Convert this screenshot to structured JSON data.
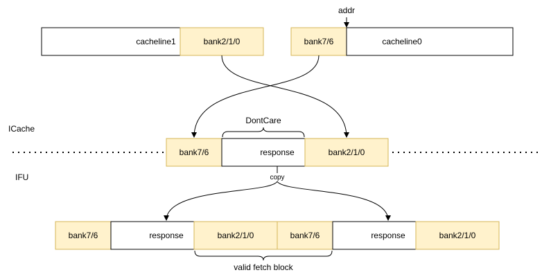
{
  "colors": {
    "bank_fill": "#fff2cc",
    "bank_stroke": "#d6b656",
    "box_fill": "#ffffff",
    "box_stroke": "#000000"
  },
  "labels": {
    "addr": "addr",
    "icache": "ICache",
    "ifu": "IFU",
    "dontcare": "DontCare",
    "copy": "copy",
    "valid_fetch_block": "valid fetch block"
  },
  "top": {
    "cacheline1": "cacheline1",
    "bank_hi": "bank2/1/0",
    "bank_lo": "bank7/6",
    "cacheline0": "cacheline0"
  },
  "middle": {
    "bank_left": "bank7/6",
    "response": "response",
    "bank_right": "bank2/1/0"
  },
  "bottom": {
    "bank_a": "bank7/6",
    "response_a": "response",
    "bank_b": "bank2/1/0",
    "bank_c": "bank7/6",
    "response_b": "response",
    "bank_d": "bank2/1/0"
  }
}
